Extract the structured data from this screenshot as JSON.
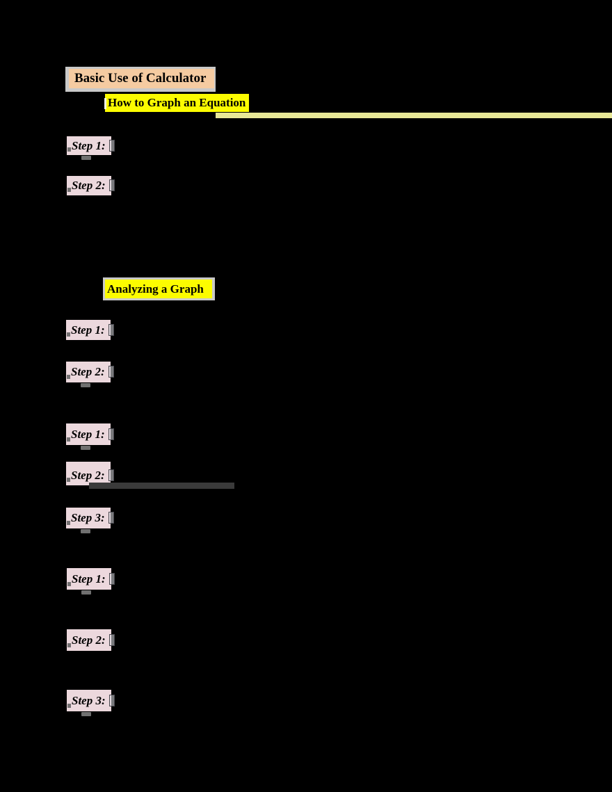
{
  "document": {
    "background_color": "#000000",
    "header": {
      "label": "Basic Use of Calculator",
      "highlight_color": "#f5cba1",
      "panel_color": "#c9c9c9"
    },
    "step_highlight_color": "#ecd8dd",
    "sections": [
      {
        "title": "How to Graph an Equation",
        "title_highlight_color": "#fcfc00",
        "underline_band_color": "#e8e897",
        "steps": [
          {
            "label": "Step 1:"
          },
          {
            "label": "Step 2:"
          }
        ]
      },
      {
        "title": "Analyzing a Graph",
        "title_highlight_color": "#fcfc00",
        "steps": [
          {
            "label": "Step 1:"
          },
          {
            "label": "Step 2:"
          }
        ]
      },
      {
        "divider_color": "#3a3a3a",
        "steps": [
          {
            "label": "Step 1:"
          },
          {
            "label": "Step 2:"
          },
          {
            "label": "Step 3:"
          }
        ]
      },
      {
        "steps": [
          {
            "label": "Step 1:"
          },
          {
            "label": "Step 2:"
          },
          {
            "label": "Step 3:"
          }
        ]
      }
    ]
  }
}
